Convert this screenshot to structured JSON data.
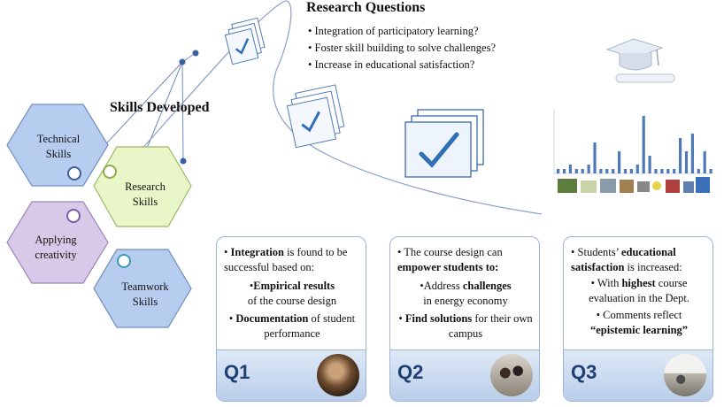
{
  "research_questions": {
    "title": "Research Questions",
    "items": [
      "Integration of participatory learning?",
      "Foster skill building to solve challenges?",
      "Increase in educational satisfaction?"
    ]
  },
  "skills": {
    "title": "Skills Developed",
    "hexagons": [
      {
        "line1": "Technical",
        "line2": "Skills",
        "color": "#b7cdef"
      },
      {
        "line1": "Research",
        "line2": "Skills",
        "color": "#e9f6c8"
      },
      {
        "line1": "Applying",
        "line2": "creativity",
        "color": "#d8c9e8"
      },
      {
        "line1": "Teamwork",
        "line2": "Skills",
        "color": "#b7cdef"
      }
    ]
  },
  "cards": [
    {
      "q": "Q1",
      "lead_bold": "Integration",
      "lead_rest": " is found to be successful based on:",
      "b1_bold": "Empirical results",
      "b1_rest": " of the course design",
      "b2_bold": "Documentation",
      "b2_rest": " of student performance"
    },
    {
      "q": "Q2",
      "lead_pre": "The course design can ",
      "lead_bold": "empower students to:",
      "b1_pre": "Address ",
      "b1_bold": "challenges",
      "b1_rest": " in energy economy",
      "b2_bold": "Find solutions",
      "b2_rest": " for their own campus"
    },
    {
      "q": "Q3",
      "lead_pre": "Students’ ",
      "lead_bold": "educational satisfaction",
      "lead_rest": " is increased:",
      "b1_pre": "With ",
      "b1_bold": "highest",
      "b1_rest": " course evaluation in the Dept.",
      "b2_pre": "Comments reflect ",
      "b2_bold": "“epistemic learning”"
    }
  ],
  "bar_chart": {
    "values": [
      1,
      1,
      2,
      1,
      1,
      2,
      7,
      1,
      1,
      1,
      5,
      1,
      1,
      2,
      13,
      4,
      1,
      1,
      1,
      1,
      8,
      5,
      9,
      1,
      5,
      1
    ],
    "ymax": 14,
    "color": "#4f79b6"
  },
  "colors": {
    "accent": "#1f3f73",
    "card_border": "#9db4d6"
  }
}
